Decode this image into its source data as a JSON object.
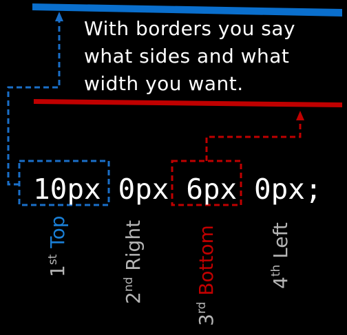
{
  "description": "With borders you say what sides and what width you want.",
  "code": {
    "values": [
      "10px",
      "0px",
      "6px",
      "0px;"
    ]
  },
  "sides": [
    {
      "ordinal_num": "1",
      "ordinal_suffix": "st",
      "name": "Top",
      "color": "#1a7fd6"
    },
    {
      "ordinal_num": "2",
      "ordinal_suffix": "nd",
      "name": "Right",
      "color": "#b5b5b5"
    },
    {
      "ordinal_num": "3",
      "ordinal_suffix": "rd",
      "name": "Bottom",
      "color": "#c00000"
    },
    {
      "ordinal_num": "4",
      "ordinal_suffix": "th",
      "name": "Left",
      "color": "#b5b5b5"
    }
  ],
  "colors": {
    "top_border": "#0a6fcd",
    "bottom_border": "#c00000",
    "ordinal_text": "#b5b5b5",
    "background": "#000000"
  }
}
